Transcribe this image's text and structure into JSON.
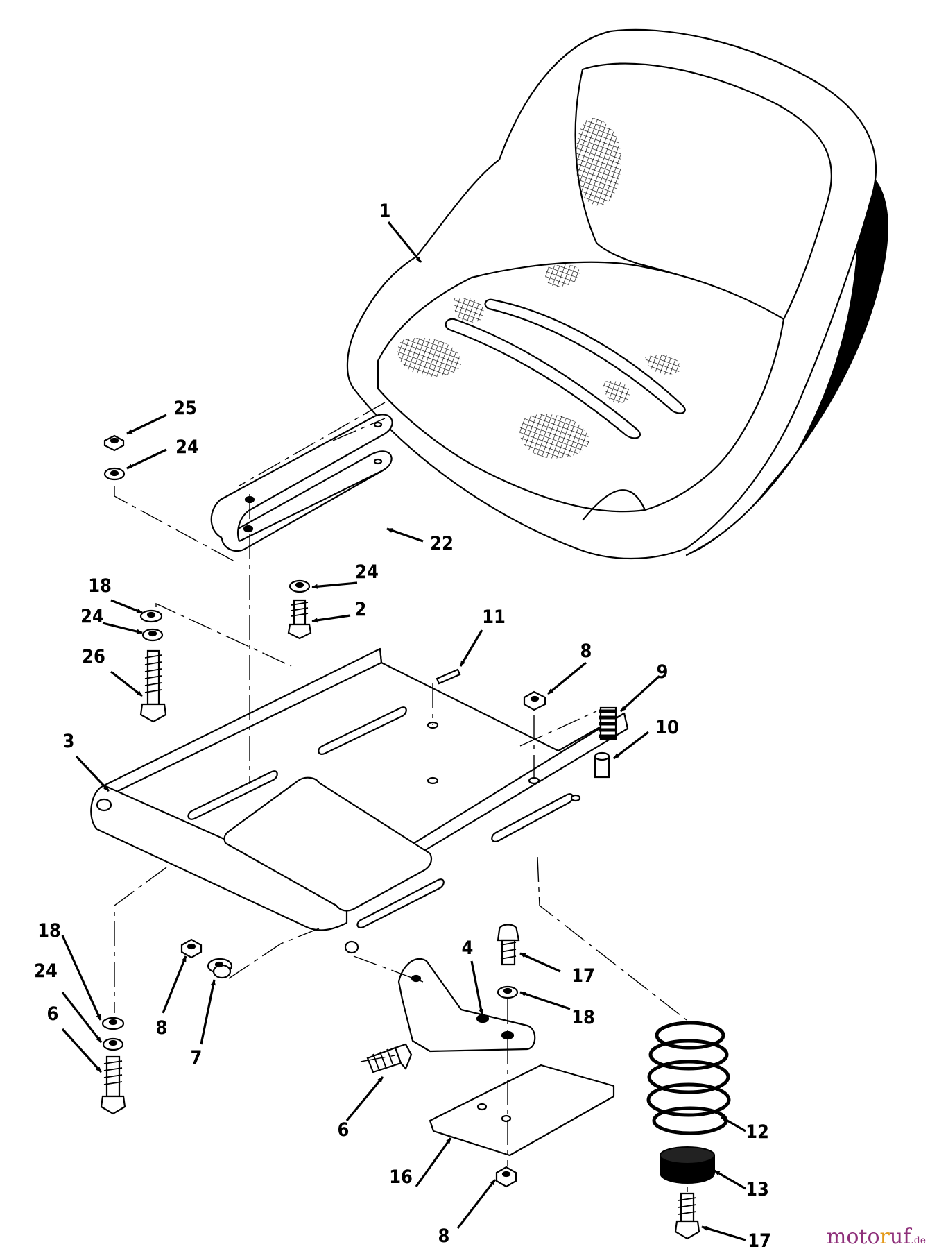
{
  "diagram": {
    "type": "exploded-parts-diagram",
    "callouts": [
      {
        "id": "c-1",
        "label": "1"
      },
      {
        "id": "c-25",
        "label": "25"
      },
      {
        "id": "c-24a",
        "label": "24"
      },
      {
        "id": "c-22",
        "label": "22"
      },
      {
        "id": "c-24b",
        "label": "24"
      },
      {
        "id": "c-2",
        "label": "2"
      },
      {
        "id": "c-18a",
        "label": "18"
      },
      {
        "id": "c-24c",
        "label": "24"
      },
      {
        "id": "c-26",
        "label": "26"
      },
      {
        "id": "c-11",
        "label": "11"
      },
      {
        "id": "c-8a",
        "label": "8"
      },
      {
        "id": "c-9",
        "label": "9"
      },
      {
        "id": "c-10",
        "label": "10"
      },
      {
        "id": "c-3",
        "label": "3"
      },
      {
        "id": "c-18b",
        "label": "18"
      },
      {
        "id": "c-24d",
        "label": "24"
      },
      {
        "id": "c-6a",
        "label": "6"
      },
      {
        "id": "c-8b",
        "label": "8"
      },
      {
        "id": "c-7",
        "label": "7"
      },
      {
        "id": "c-4",
        "label": "4"
      },
      {
        "id": "c-17a",
        "label": "17"
      },
      {
        "id": "c-18c",
        "label": "18"
      },
      {
        "id": "c-6b",
        "label": "6"
      },
      {
        "id": "c-12",
        "label": "12"
      },
      {
        "id": "c-16",
        "label": "16"
      },
      {
        "id": "c-13",
        "label": "13"
      },
      {
        "id": "c-8c",
        "label": "8"
      },
      {
        "id": "c-17b",
        "label": "17"
      }
    ]
  },
  "watermark": {
    "main": "moto",
    "accent": "r",
    "rest": "uf",
    "tld": ".de"
  }
}
